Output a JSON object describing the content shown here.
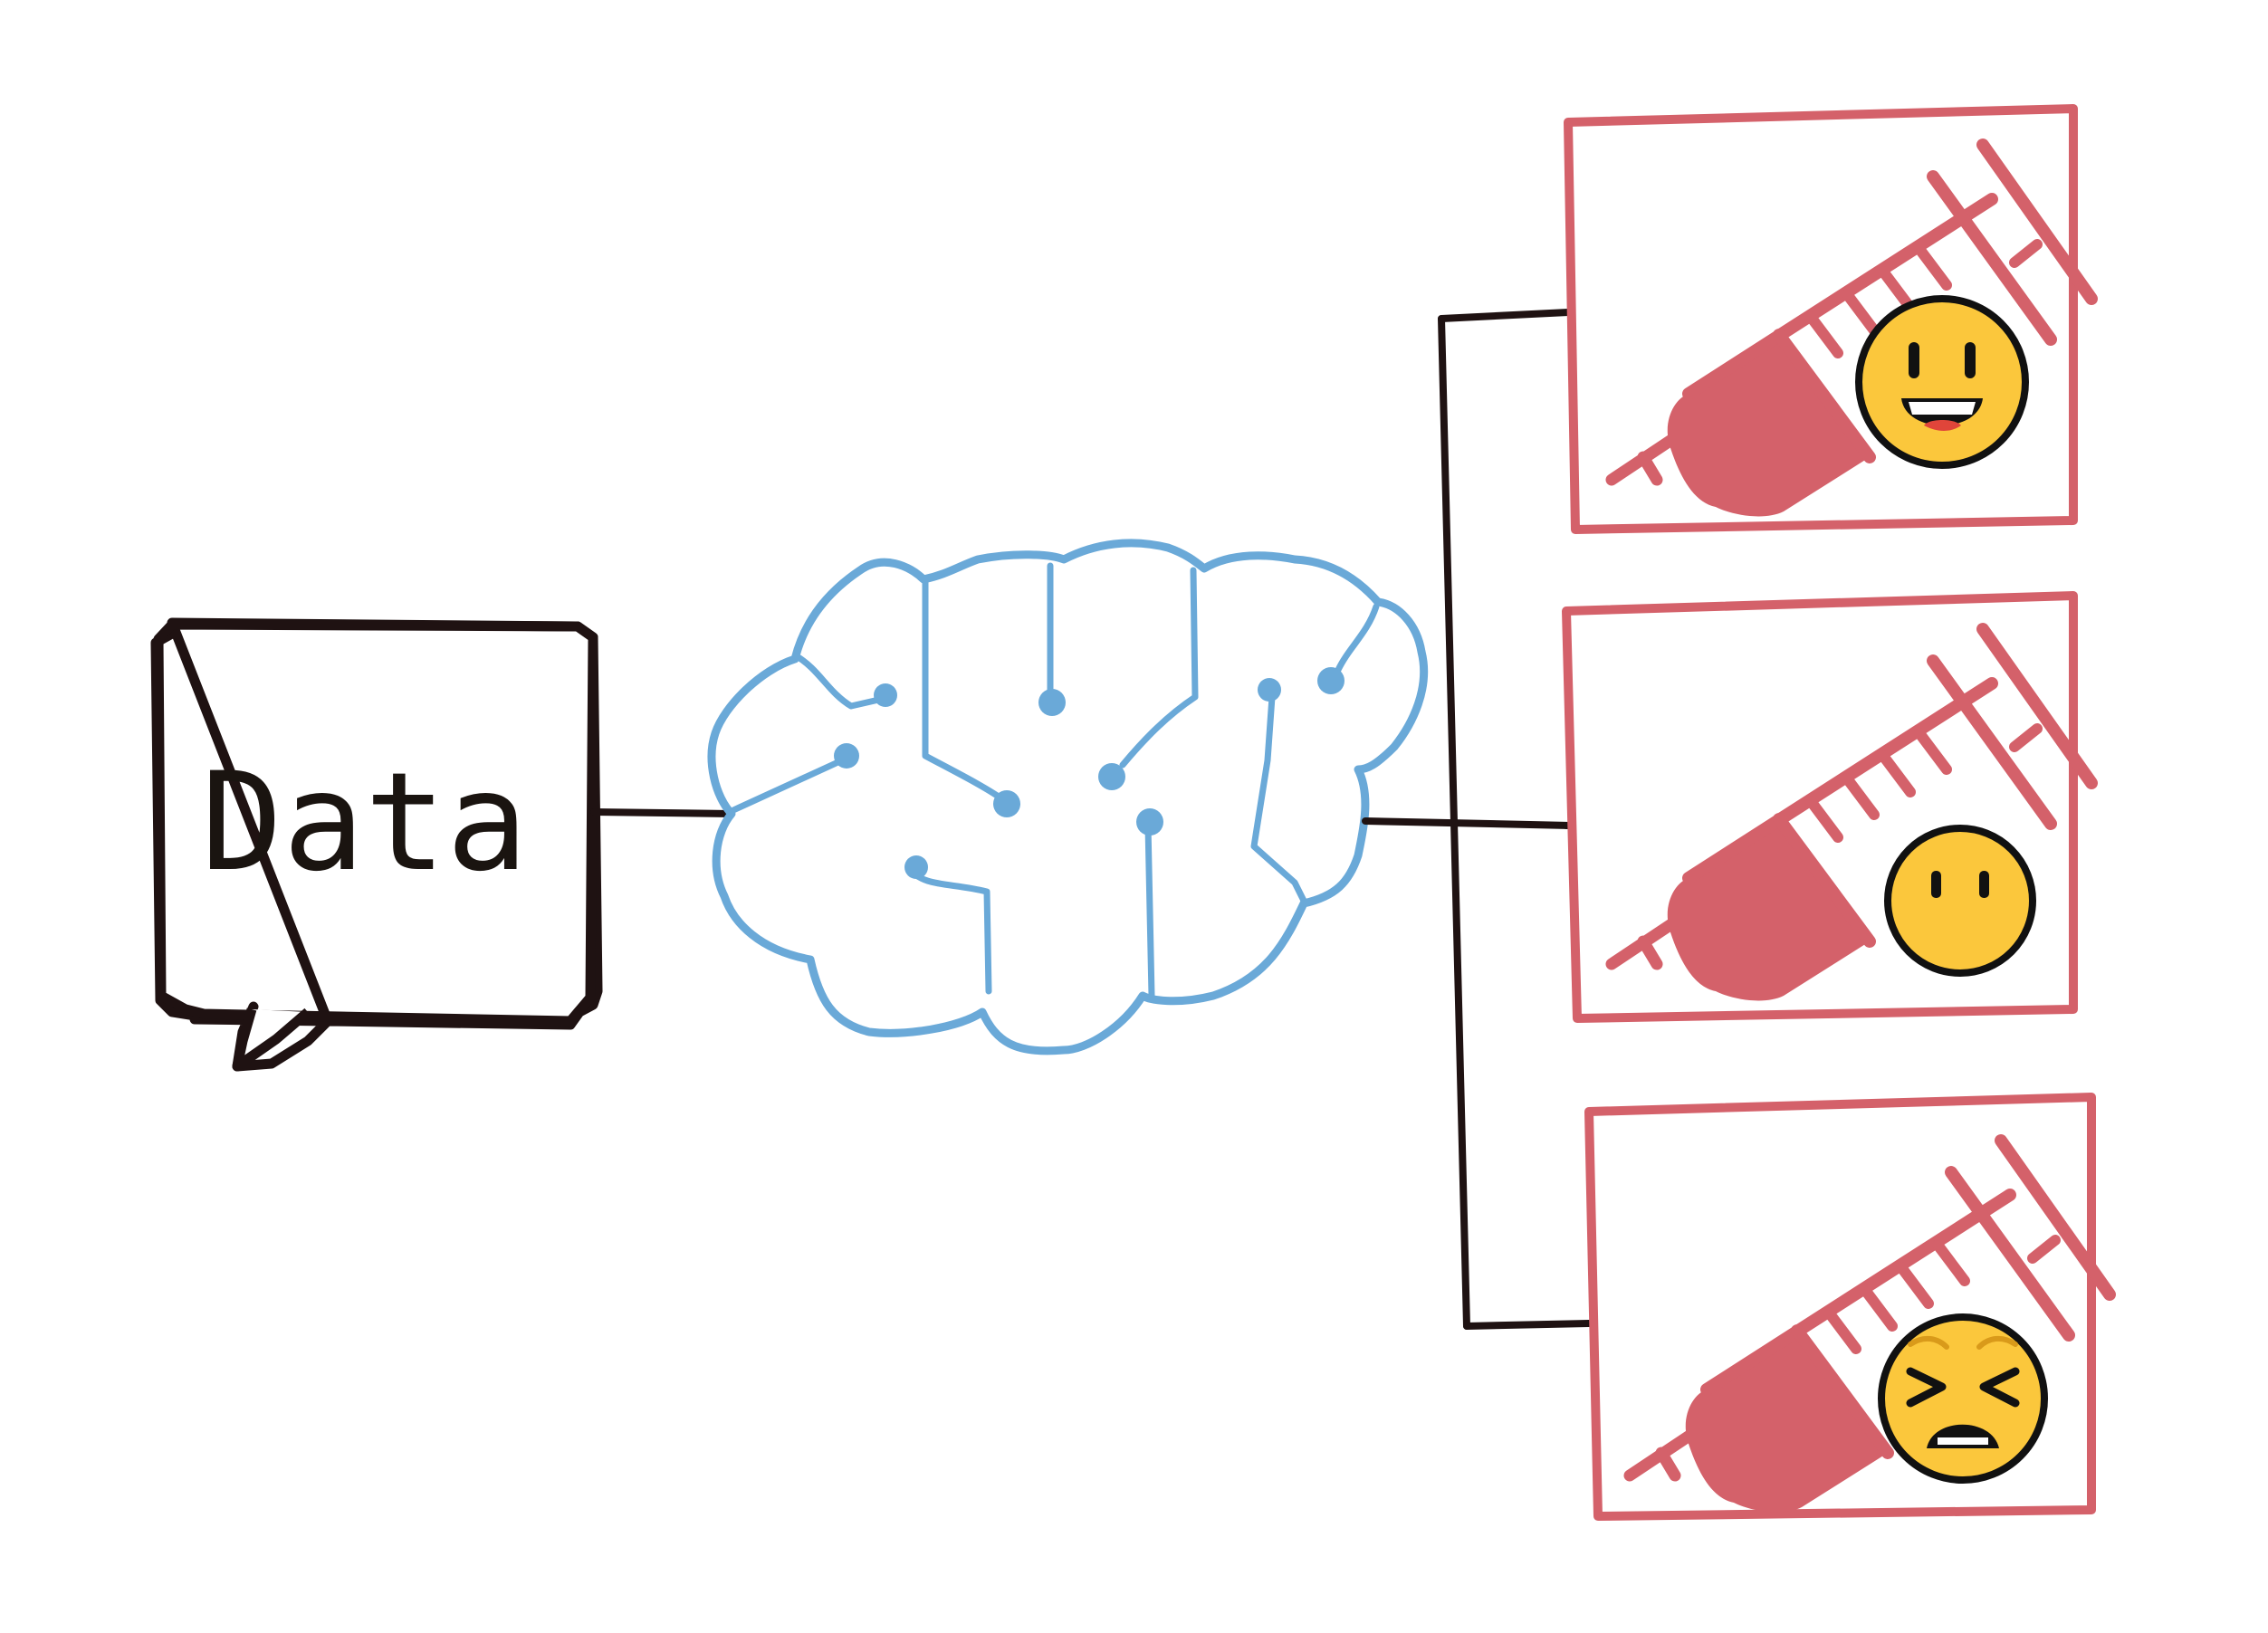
{
  "input_label": "Data",
  "colors": {
    "ink": "#1f1212",
    "brain": "#6aa9d8",
    "syringe": "#d4616a",
    "face": "#fbc73c"
  },
  "outcomes": [
    {
      "icon": "grinning-face-icon",
      "mood": "happy"
    },
    {
      "icon": "neutral-face-icon",
      "mood": "neutral"
    },
    {
      "icon": "distressed-face-icon",
      "mood": "distressed"
    }
  ]
}
